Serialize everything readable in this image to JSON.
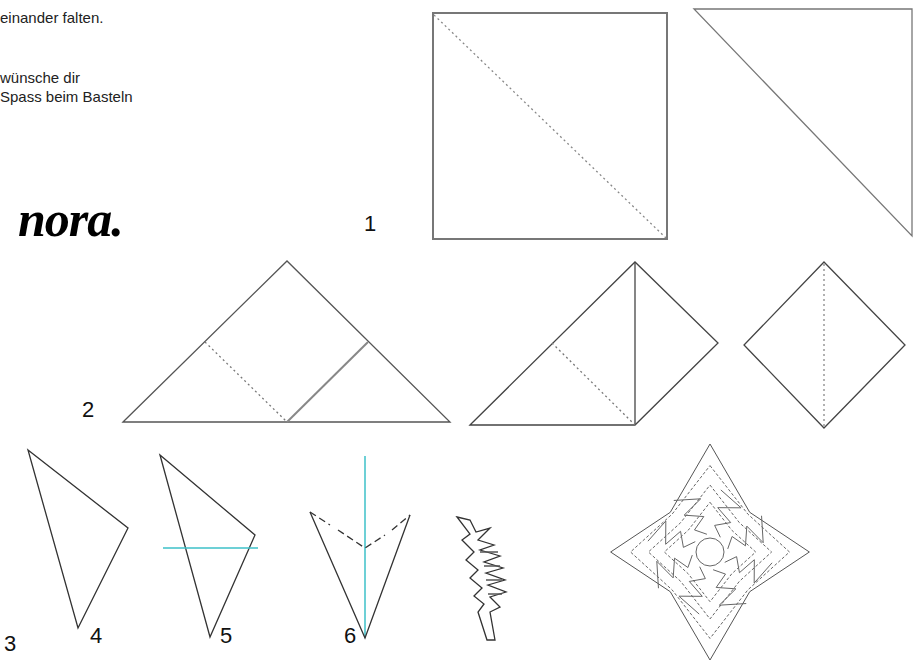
{
  "diagram": {
    "labels": [
      "einander falten.",
      "wünsche dir",
      "Spass beim Basteln",
      "nora.",
      "1",
      "2",
      "3",
      "4",
      "5",
      "6"
    ]
  }
}
